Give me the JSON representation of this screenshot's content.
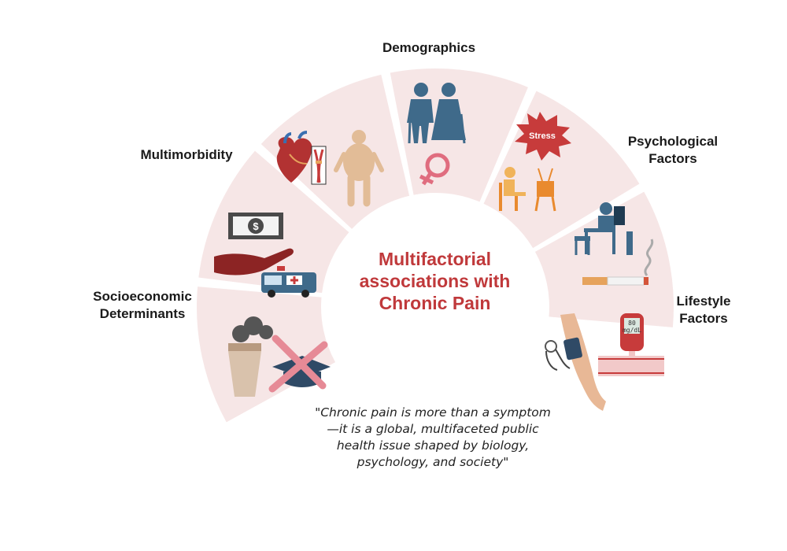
{
  "title": "Multifactorial associations with Chronic Pain",
  "categories": {
    "demographics": "Demographics",
    "psychological": "Psychological\nFactors",
    "lifestyle": "Lifestyle\nFactors",
    "multimorbidity": "Multimorbidity",
    "socioeconomic": "Socioeconomic\nDeterminants"
  },
  "icon_text": {
    "stress": "Stress",
    "glucose_value": "80",
    "glucose_unit": "mg/dL"
  },
  "quote": "\"Chronic pain is more than a symptom—it is a global, multifaceted public health issue shaped by biology, psychology, and society\"",
  "colors": {
    "segment_fill": "#f6e6e6",
    "title": "#c0393b",
    "icon_blue": "#3f6a8a",
    "accent_red": "#c73b3b"
  },
  "icons": [
    "elderly-couple-icon",
    "female-symbol-icon",
    "stress-burst-icon",
    "person-watching-tv-icon",
    "stressed-person-desk-icon",
    "cigarette-icon",
    "arm-blood-pressure-icon",
    "glucometer-icon",
    "heart-anatomy-icon",
    "artery-icon",
    "obese-person-icon",
    "money-hand-icon",
    "ambulance-icon",
    "factory-smoke-icon",
    "crossed-graduation-cap-icon"
  ]
}
